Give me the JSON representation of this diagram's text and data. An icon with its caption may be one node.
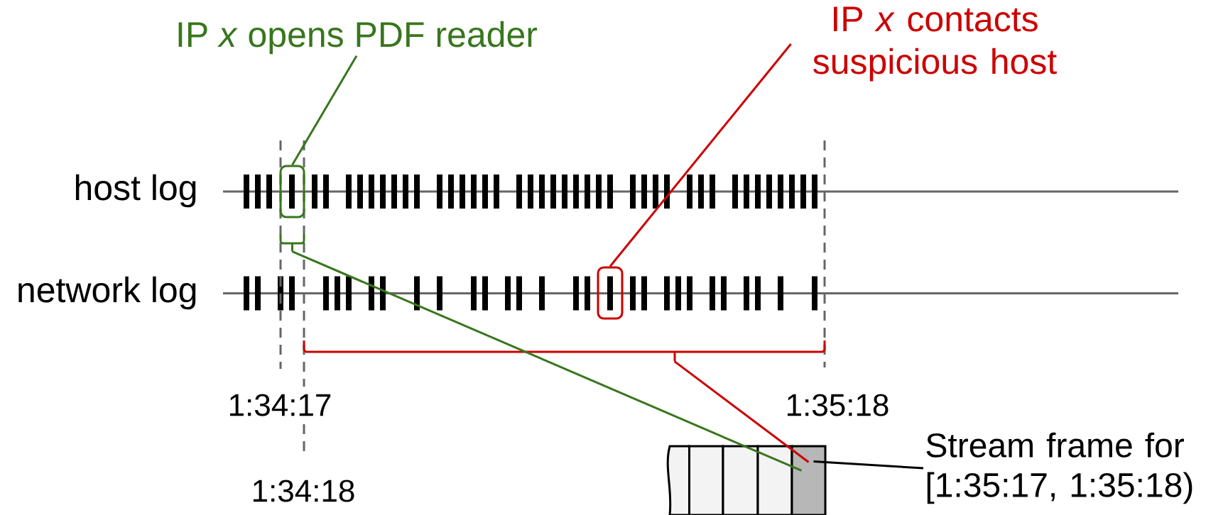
{
  "diagram": {
    "nodes": [
      {
        "text": [
          "IP *x* opens PDF reader"
        ]
      },
      {
        "text": [
          "IP *x* contacts suspicious host"
        ]
      },
      {
        "text": [],
        "shape": "box"
      },
      {
        "text": [],
        "shape": "box"
      },
      {
        "text": [],
        "shape": "bracket"
      },
      {
        "text": [],
        "shape": "bracket"
      },
      {
        "text": [],
        "shape": "box"
      },
      {
        "text": [],
        "shape": "box"
      },
      {
        "text": [],
        "shape": "box"
      },
      {
        "text": [],
        "shape": "box"
      },
      {
        "text": [],
        "shape": "box"
      },
      {
        "text": [
          "Stream frame for [1:35:17, 1:35:18)"
        ]
      }
    ],
    "edges": [
      {
        "from": 0,
        "to": 2,
        "arrow": "none",
        "color": "#38761d"
      },
      {
        "from": 1,
        "to": 3,
        "arrow": "none",
        "color": "#cc0000"
      },
      {
        "from": 4,
        "to": 10,
        "arrow": "none",
        "color": "#38761d"
      },
      {
        "from": 5,
        "to": 10,
        "arrow": "none",
        "color": "#cc0000"
      },
      {
        "from": 11,
        "to": 10,
        "arrow": "none",
        "color": "#000000"
      }
    ],
    "labels": [
      "host log",
      "network log",
      "1:34:17",
      "1:35:18",
      "1:34:18"
    ]
  }
}
